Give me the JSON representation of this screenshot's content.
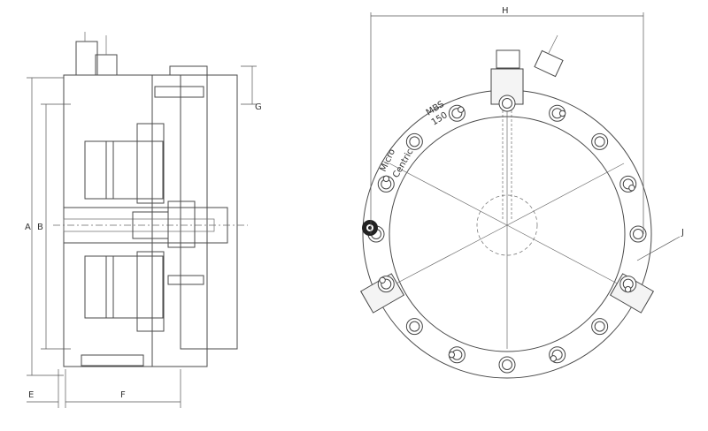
{
  "dimensions": {
    "A": "A",
    "B": "B",
    "E": "E",
    "F": "F",
    "G": "G",
    "H": "H",
    "J": "J"
  },
  "branding": {
    "line1": "Micro",
    "line2": "Centric",
    "model_line1": "MBS",
    "model_line2": "150"
  },
  "colors": {
    "line": "#4a4a4a",
    "hatch": "#8a8a8a",
    "background": "#ffffff",
    "logo": "#222222"
  }
}
